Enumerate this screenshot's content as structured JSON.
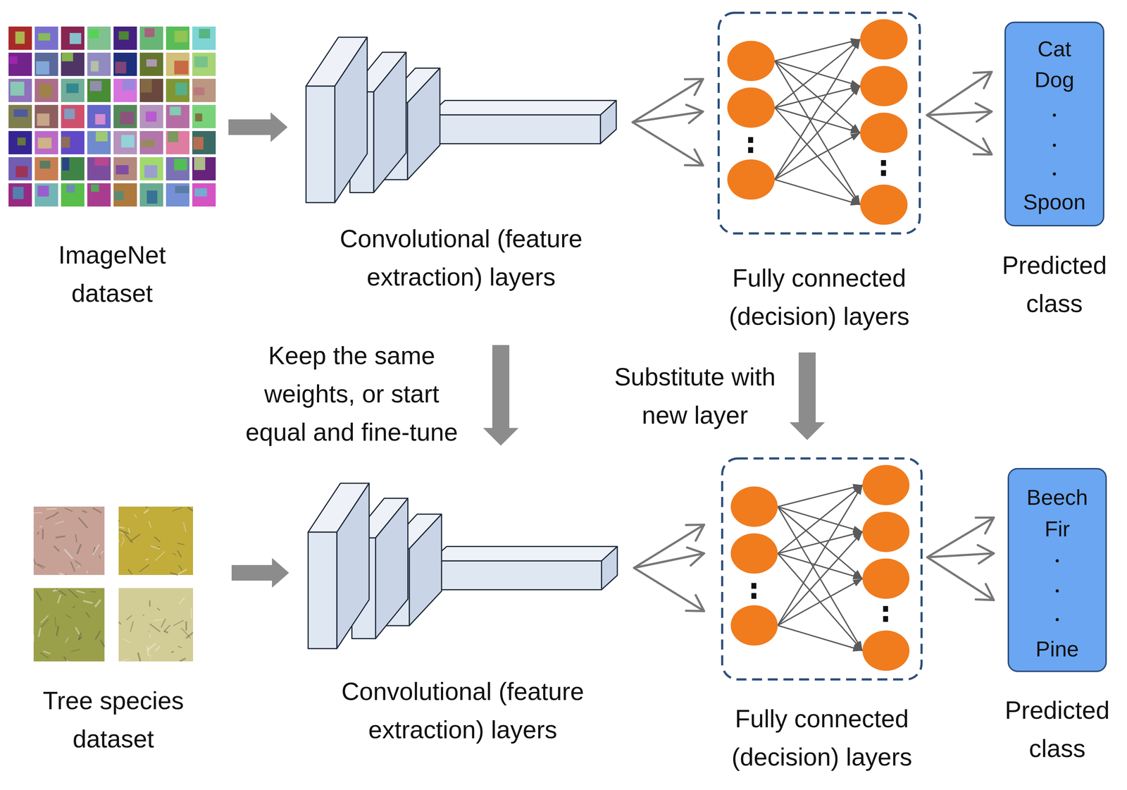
{
  "diagram": {
    "nodes": [
      {
        "text": [
          "ImageNet dataset"
        ]
      },
      {
        "text": [
          "Convolutional (feature extraction) layers"
        ]
      },
      {
        "text": [
          "Fully connected (decision) layers"
        ]
      },
      {
        "text": [
          "Cat",
          "Dog",
          "Spoon",
          "Predicted class"
        ]
      },
      {
        "text": [
          "Tree species dataset"
        ]
      },
      {
        "text": [
          "Convolutional (feature extraction) layers"
        ]
      },
      {
        "text": [
          "Fully connected (decision) layers"
        ]
      },
      {
        "text": [
          "Beech",
          "Fir",
          "Pine",
          "Predicted class"
        ]
      }
    ],
    "edges": [
      {
        "from": 0,
        "to": 1,
        "arrow": "to"
      },
      {
        "from": 1,
        "to": 2,
        "arrow": "to"
      },
      {
        "from": 2,
        "to": 3,
        "arrow": "to"
      },
      {
        "from": 1,
        "to": 5,
        "label": "Keep the same weights, or start equal and fine-tune",
        "arrow": "to"
      },
      {
        "from": 2,
        "to": 6,
        "label": "Substitute with new layer",
        "arrow": "to"
      },
      {
        "from": 4,
        "to": 5,
        "arrow": "to"
      },
      {
        "from": 5,
        "to": 6,
        "arrow": "to"
      },
      {
        "from": 6,
        "to": 7,
        "arrow": "to"
      }
    ]
  }
}
